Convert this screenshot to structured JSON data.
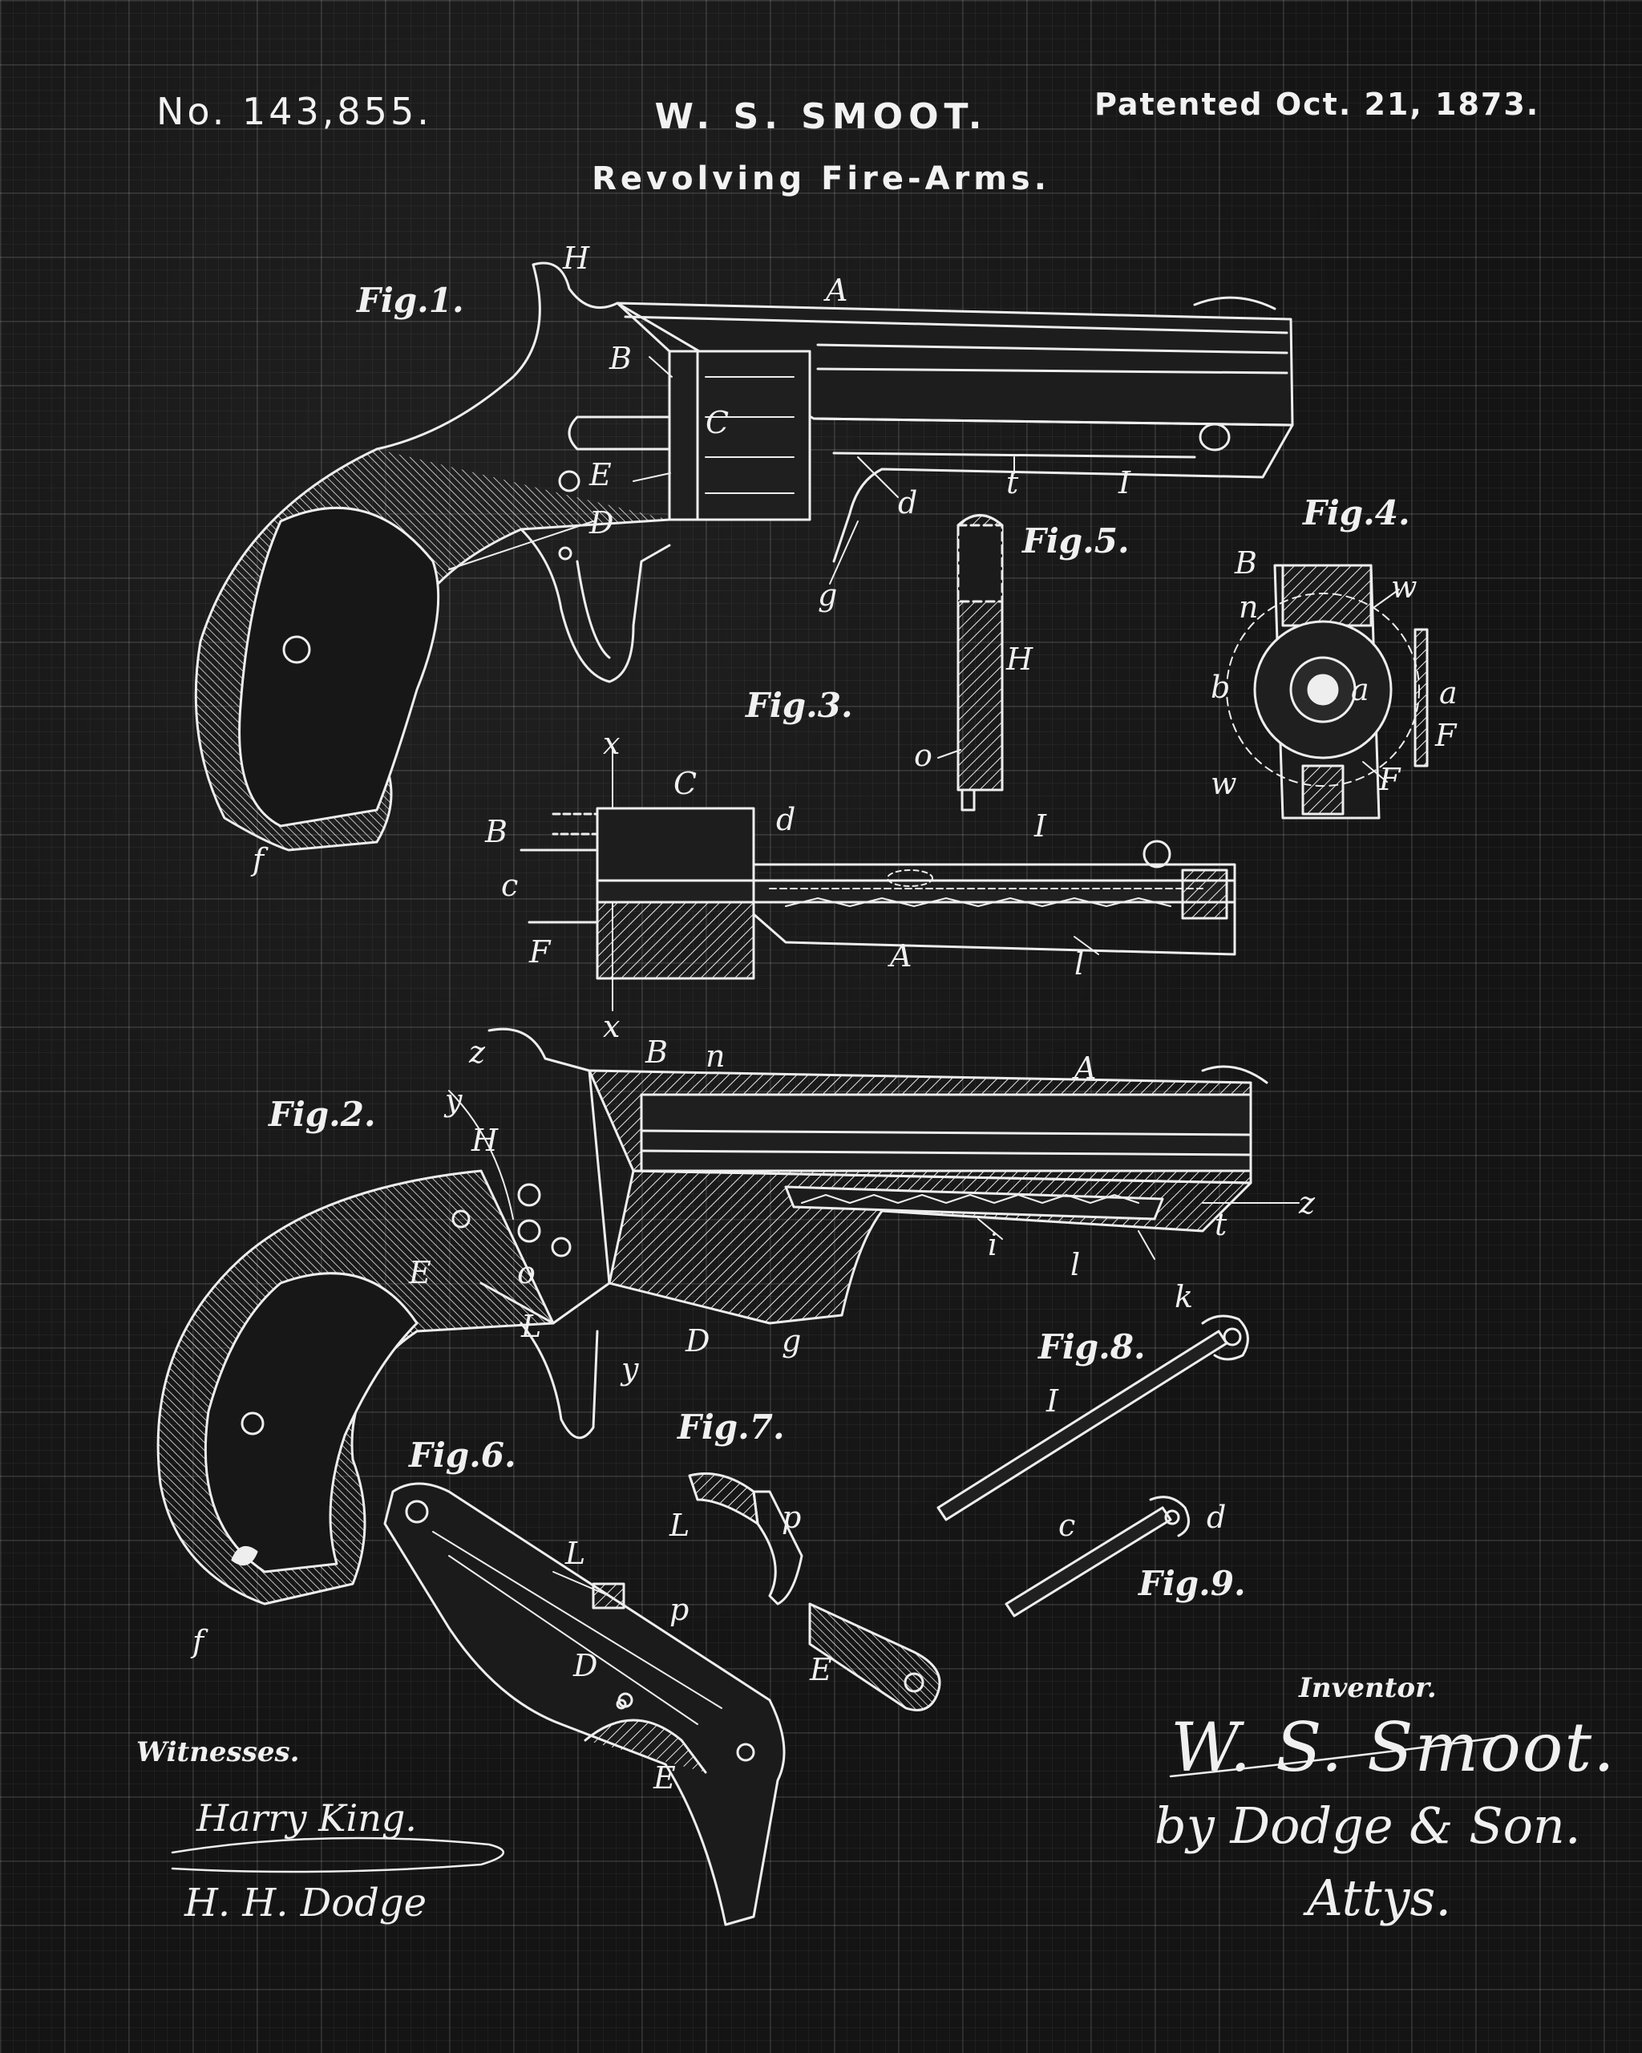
{
  "header": {
    "patent_number": "No. 143,855.",
    "inventor": "W. S. SMOOT.",
    "date": "Patented Oct. 21, 1873.",
    "title": "Revolving Fire-Arms."
  },
  "figures": [
    {
      "key": "fig1",
      "label": "Fig.1."
    },
    {
      "key": "fig2",
      "label": "Fig.2."
    },
    {
      "key": "fig3",
      "label": "Fig.3."
    },
    {
      "key": "fig4",
      "label": "Fig.4."
    },
    {
      "key": "fig5",
      "label": "Fig.5."
    },
    {
      "key": "fig6",
      "label": "Fig.6."
    },
    {
      "key": "fig7",
      "label": "Fig.7."
    },
    {
      "key": "fig8",
      "label": "Fig.8."
    },
    {
      "key": "fig9",
      "label": "Fig.9."
    }
  ],
  "reference_letters": [
    "H",
    "A",
    "B",
    "C",
    "E",
    "D",
    "d",
    "t",
    "I",
    "g",
    "f",
    "x",
    "C",
    "d",
    "I",
    "B",
    "c",
    "F",
    "A",
    "l",
    "x",
    "H",
    "o",
    "B",
    "n",
    "w",
    "b",
    "a",
    "a",
    "F",
    "w",
    "F",
    "z",
    "B",
    "n",
    "A",
    "y",
    "H",
    "E",
    "o",
    "L",
    "y",
    "D",
    "g",
    "i",
    "l",
    "t",
    "z",
    "f",
    "k",
    "I",
    "L",
    "p",
    "E",
    "c",
    "d",
    "L",
    "p",
    "D",
    "E"
  ],
  "witnesses": {
    "label": "Witnesses.",
    "names": [
      "Harry King.",
      "H. H. Dodge"
    ]
  },
  "inventor_block": {
    "label": "Inventor.",
    "signature": "W. S. Smoot.",
    "by_line": "by Dodge & Son.",
    "attorneys": "Attys."
  },
  "colors": {
    "background": "#141414",
    "ink": "#f0f0f0"
  }
}
